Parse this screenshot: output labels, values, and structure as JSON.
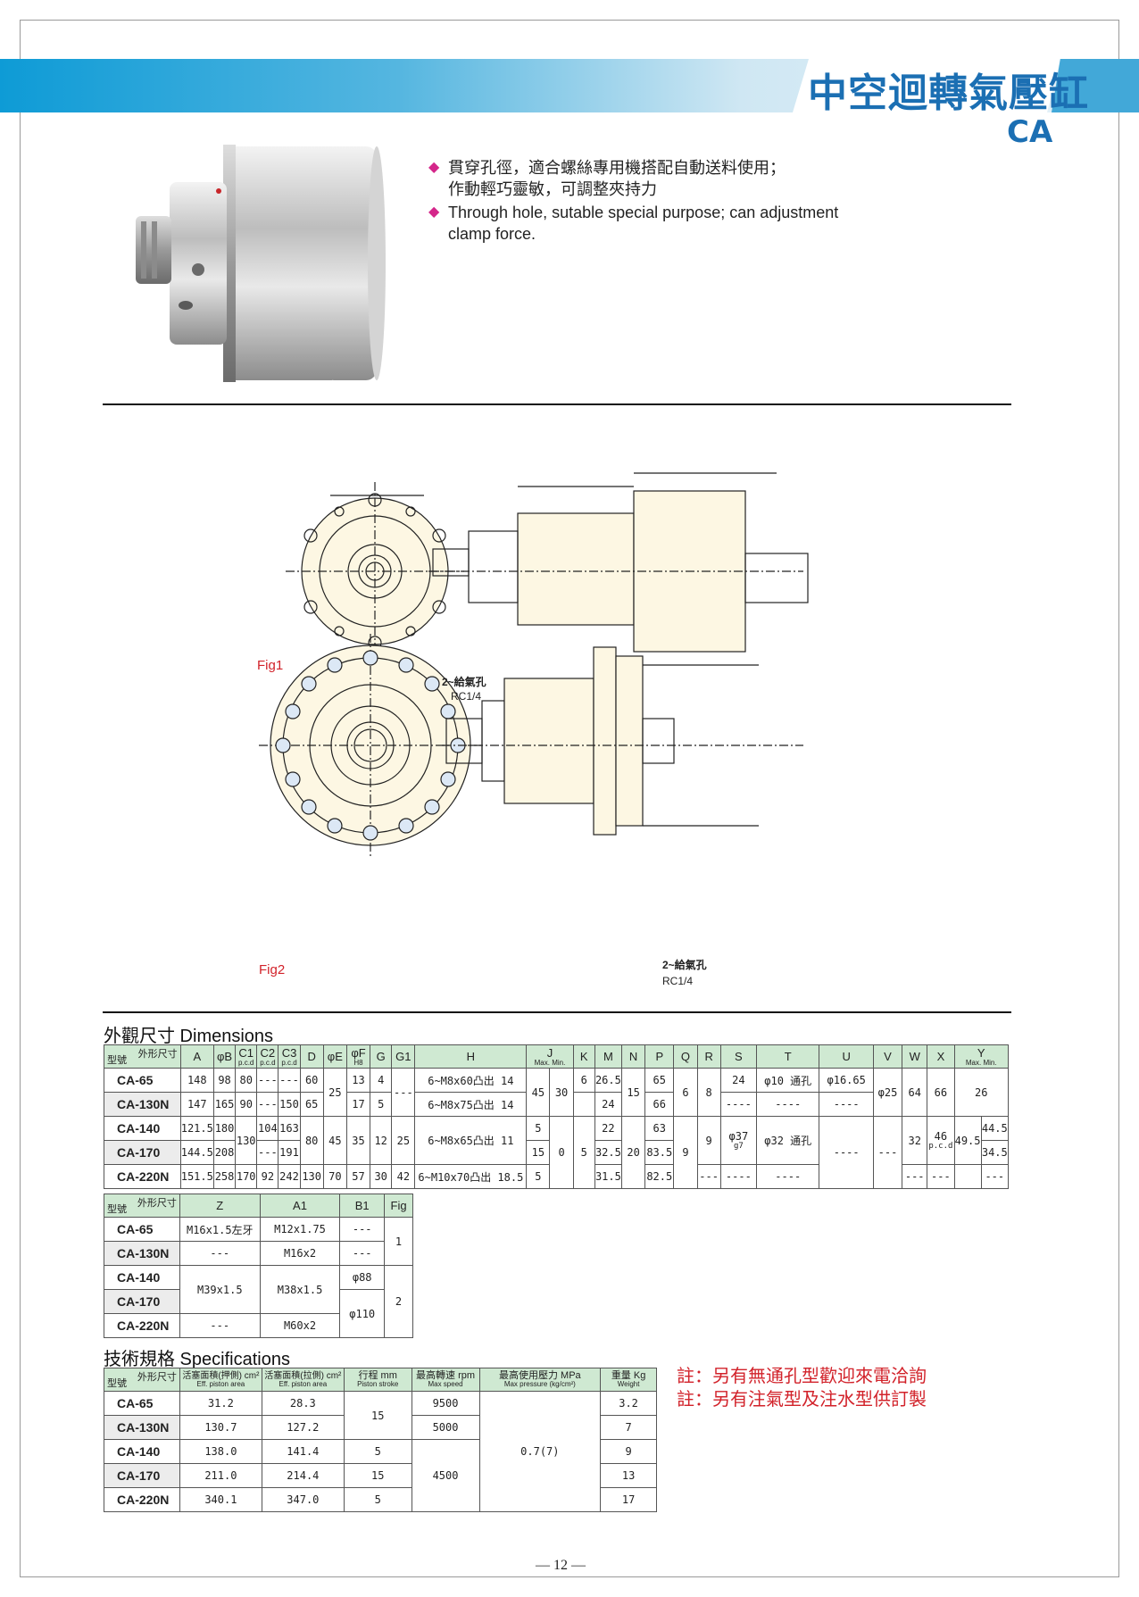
{
  "header": {
    "title_zh": "中空迴轉氣壓缸",
    "model_code": "CA"
  },
  "features": [
    "貫穿孔徑，適合螺絲專用機搭配自動送料使用；",
    "作動輕巧靈敏，可調整夾持力",
    "Through hole, sutable special purpose; can adjustment",
    "clamp force."
  ],
  "bullet": "◆",
  "figures": {
    "fig1": "Fig1",
    "fig2": "Fig2",
    "port_label": "2~給氣孔",
    "port_size": "RC1/4"
  },
  "dims_title": "外觀尺寸 Dimensions",
  "dims_corner_top": "外形尺寸",
  "dims_corner_bottom": "型號",
  "dims_headers": [
    "A",
    "φB",
    "C1",
    "C2",
    "C3",
    "D",
    "φE",
    "φF",
    "G",
    "G1",
    "H",
    "J",
    "K",
    "M",
    "N",
    "P",
    "Q",
    "R",
    "S",
    "T",
    "U",
    "V",
    "W",
    "X",
    "Y"
  ],
  "dims_sub": {
    "pcd": "p.c.d",
    "h8": "H8",
    "max": "Max.",
    "min": "Min."
  },
  "dims_rows": [
    {
      "model": "CA-65",
      "A": "148",
      "B": "98",
      "C1": "80",
      "C2": "---",
      "C3": "---",
      "D": "60",
      "E": "25",
      "F": "13",
      "G": "4",
      "G1": "---",
      "H": "6~M8x60凸出 14",
      "Jmax": "45",
      "Jmin": "30",
      "K": "6",
      "M": "26.5",
      "N": "15",
      "P": "65",
      "Q": "6",
      "R": "8",
      "S": "24",
      "T": "φ10 通孔",
      "U": "φ16.65",
      "V": "φ25",
      "W": "64",
      "X": "66",
      "Y": "26"
    },
    {
      "model": "CA-130N",
      "A": "147",
      "B": "165",
      "C1": "90",
      "C2": "---",
      "C3": "150",
      "D": "65",
      "F": "17",
      "G": "5",
      "H": "6~M8x75凸出 14",
      "M": "24",
      "P": "66",
      "S": "----",
      "T": "----",
      "U": "----"
    },
    {
      "model": "CA-140",
      "A": "121.5",
      "B": "180",
      "C1": "130",
      "C2": "104",
      "C3": "163",
      "D": "80",
      "E": "45",
      "F": "35",
      "G": "12",
      "G1": "25",
      "H": "6~M8x65凸出 11",
      "Jmax": "5",
      "Jmin": "0",
      "K": "5",
      "M": "22",
      "N": "20",
      "P": "63",
      "Q": "9",
      "R": "9",
      "S": "φ37",
      "S2": "g7",
      "T": "φ32 通孔",
      "U": "----",
      "V": "---",
      "W": "32",
      "X": "46",
      "X2": "p.c.d",
      "X3": "49.5",
      "Y": "44.5"
    },
    {
      "model": "CA-170",
      "A": "144.5",
      "B": "208",
      "C2": "---",
      "C3": "191",
      "Jmax": "15",
      "M": "32.5",
      "P": "83.5",
      "Y": "34.5"
    },
    {
      "model": "CA-220N",
      "A": "151.5",
      "B": "258",
      "C1": "170",
      "C2": "92",
      "C3": "242",
      "D": "130",
      "E": "70",
      "F": "57",
      "G": "30",
      "G1": "42",
      "H": "6~M10x70凸出 18.5",
      "Jmax": "5",
      "M": "31.5",
      "P": "82.5",
      "R": "---",
      "S": "----",
      "T": "----",
      "W": "---",
      "X": "---",
      "Y": "---"
    }
  ],
  "table2": {
    "headers": [
      "Z",
      "A1",
      "B1",
      "Fig"
    ],
    "rows": [
      {
        "model": "CA-65",
        "Z": "M16x1.5左牙",
        "A1": "M12x1.75",
        "B1": "---",
        "Fig": "1"
      },
      {
        "model": "CA-130N",
        "Z": "---",
        "A1": "M16x2",
        "B1": "---"
      },
      {
        "model": "CA-140",
        "Z": "M39x1.5",
        "A1": "M38x1.5",
        "B1": "φ88",
        "Fig": "2"
      },
      {
        "model": "CA-170",
        "B1": "φ110"
      },
      {
        "model": "CA-220N",
        "Z": "---",
        "A1": "M60x2"
      }
    ]
  },
  "spec_title": "技術規格 Specifications",
  "spec_headers": [
    {
      "zh": "活塞面積(押側) cm²",
      "en": "Eff. piston area"
    },
    {
      "zh": "活塞面積(拉側) cm²",
      "en": "Eff. piston area"
    },
    {
      "zh": "行程 mm",
      "en": "Piston stroke"
    },
    {
      "zh": "最高轉速 rpm",
      "en": "Max speed"
    },
    {
      "zh": "最高使用壓力 MPa",
      "en": "Max pressure (kg/cm²)"
    },
    {
      "zh": "重量 Kg",
      "en": "Weight"
    }
  ],
  "spec_rows": [
    {
      "model": "CA-65",
      "push": "31.2",
      "pull": "28.3",
      "stroke": "15",
      "speed": "9500",
      "pressure": "0.7(7)",
      "weight": "3.2"
    },
    {
      "model": "CA-130N",
      "push": "130.7",
      "pull": "127.2",
      "speed": "5000",
      "weight": "7"
    },
    {
      "model": "CA-140",
      "push": "138.0",
      "pull": "141.4",
      "stroke": "5",
      "speed": "4500",
      "weight": "9"
    },
    {
      "model": "CA-170",
      "push": "211.0",
      "pull": "214.4",
      "stroke": "15",
      "weight": "13"
    },
    {
      "model": "CA-220N",
      "push": "340.1",
      "pull": "347.0",
      "stroke": "5",
      "weight": "17"
    }
  ],
  "notes": [
    "註：另有無通孔型歡迎來電洽詢",
    "註：另有注氣型及注水型供訂製"
  ],
  "page_number": "— 12 —"
}
